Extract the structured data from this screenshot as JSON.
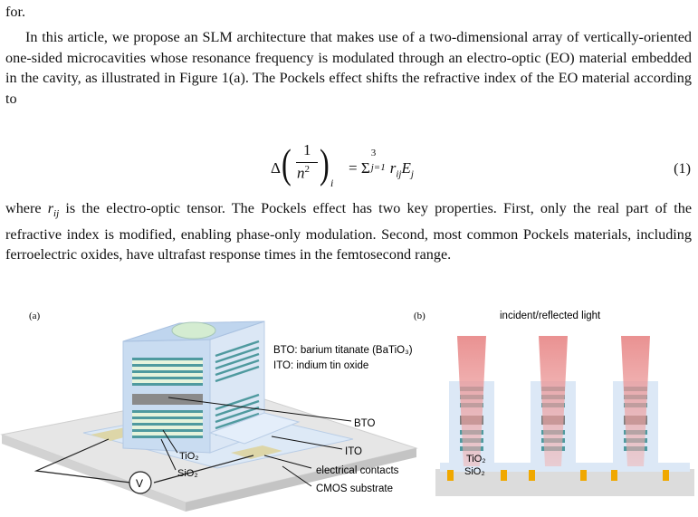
{
  "text": {
    "line0": "for.",
    "para1": "In this article, we propose an SLM architecture that makes use of a two-dimensional array of vertically-oriented one-sided microcavities whose resonance frequency is modulated through an electro-optic (EO) material embedded in the cavity, as illustrated in Figure 1(a). The Pockels effect shifts the refractive index of the EO material according to",
    "para2_a": "where ",
    "para2_var": "r",
    "para2_sub": "ij",
    "para2_b": " is the electro-optic tensor. The Pockels effect has two key properties. First, only the real part of the refractive index is modified, enabling phase-only modulation. Second, most common Pockels materials, including ferroelectric oxides, have ultrafast response times in the femtosecond range."
  },
  "equation": {
    "delta": "Δ",
    "num": "1",
    "den": "n",
    "den_exp": "2",
    "sub_i": "i",
    "rhs_eq": "= Σ",
    "sum_sup": "3",
    "sum_sub": "j=1",
    "rhs_r": "r",
    "rhs_r_sub": "ij",
    "rhs_E": "E",
    "rhs_E_sub": "j",
    "number": "(1)"
  },
  "figure": {
    "panel_a_label": "(a)",
    "panel_b_label": "(b)",
    "legend_bto": "BTO: barium titanate (BaTiO₃)",
    "legend_ito": "ITO: indium tin oxide",
    "incident_label": "incident/reflected light",
    "voltage_label": "V",
    "tio2_label": "TiO₂",
    "sio2_label": "SiO₂",
    "tio2_label_b": "TiO₂",
    "sio2_label_b": "SiO₂",
    "callout_bto": "BTO",
    "callout_ito": "ITO",
    "callout_contacts": "electrical contacts",
    "callout_substrate": "CMOS substrate"
  },
  "colors": {
    "glass": "#cfe0f3",
    "stripe_light": "#e8f5df",
    "stripe_teal": "#4f9a9f",
    "bto": "#777777",
    "contact": "#d9d2a6",
    "substrate": "#d9d9d9",
    "light_beam": "#e88a8a",
    "orange_contact": "#f0a800"
  }
}
